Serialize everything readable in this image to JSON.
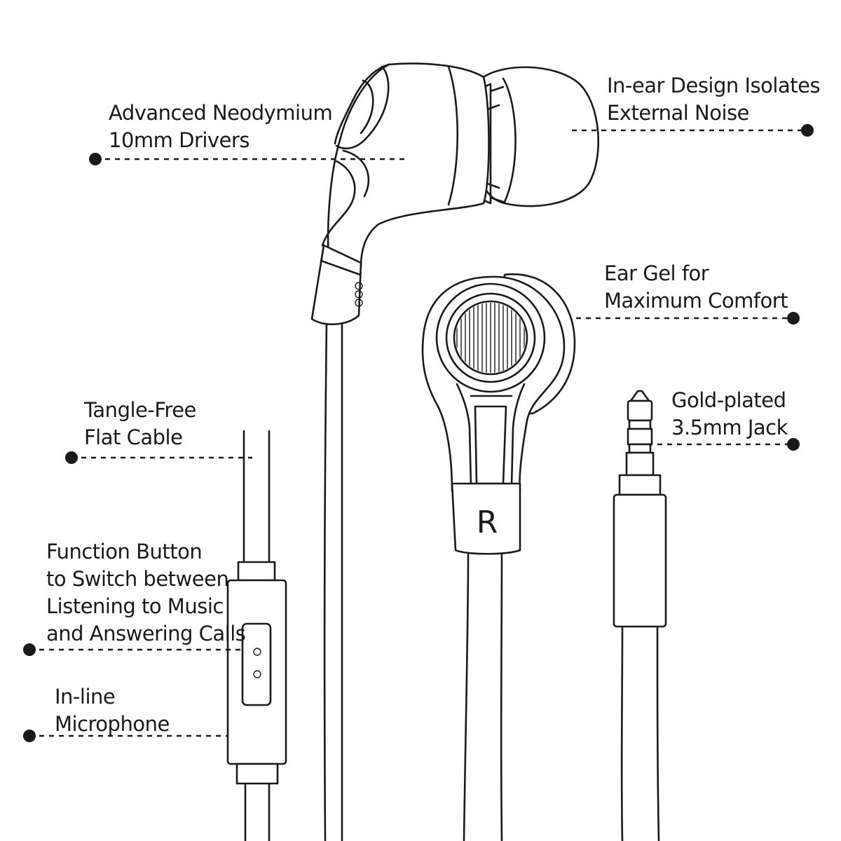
{
  "labels": {
    "drivers": [
      "Advanced Neodymium",
      "10mm Drivers"
    ],
    "in_ear": [
      "In-ear Design Isolates",
      "External Noise"
    ],
    "ear_gel": [
      "Ear Gel for",
      "Maximum Comfort"
    ],
    "jack": [
      "Gold-plated",
      "3.5mm Jack"
    ],
    "cable": [
      "Tangle-Free",
      "Flat Cable"
    ],
    "function_button": [
      "Function Button",
      "to Switch between",
      "Listening to Music",
      "and Answering Calls"
    ],
    "microphone": [
      "In-line",
      "Microphone"
    ]
  },
  "earbud_side_letter": "R",
  "colors": {
    "ink": "#1a1a1a",
    "background": "#ffffff"
  }
}
